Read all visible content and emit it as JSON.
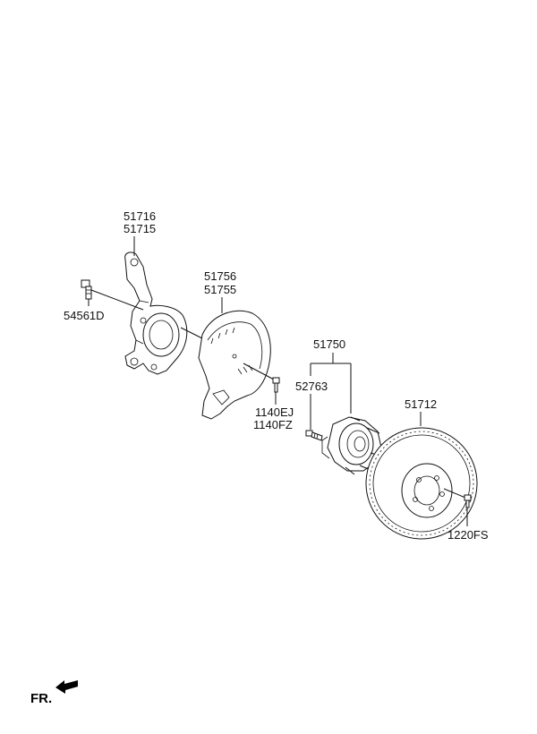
{
  "diagram": {
    "colors": {
      "line": "#111111",
      "background": "#ffffff"
    },
    "parts": {
      "knuckle": {
        "label_a": "51716",
        "label_b": "51715"
      },
      "bolt": {
        "label": "54561D"
      },
      "dust_cover": {
        "label_a": "51756",
        "label_b": "51755"
      },
      "screw": {
        "label_a": "1140EJ",
        "label_b": "1140FZ"
      },
      "hub": {
        "label": "51750"
      },
      "stud": {
        "label": "52763"
      },
      "disc": {
        "label": "51712"
      },
      "disc_screw": {
        "label": "1220FS"
      }
    },
    "direction": {
      "label": "FR."
    }
  }
}
